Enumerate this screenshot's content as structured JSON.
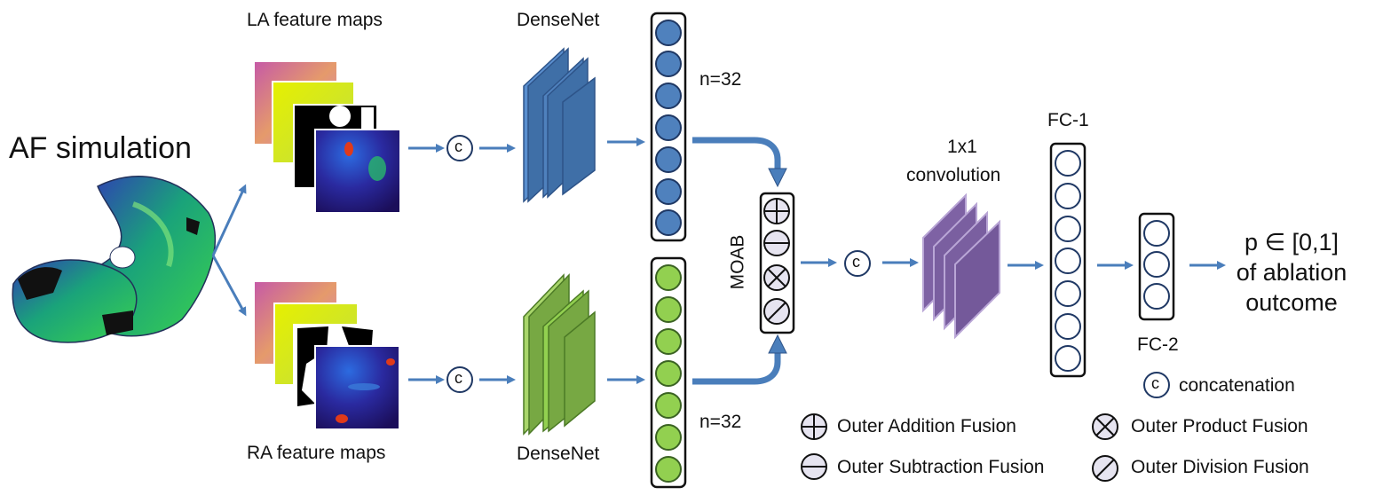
{
  "title": "AF simulation",
  "la_label": "LA feature maps",
  "ra_label": "RA feature maps",
  "top_net_label": "DenseNet",
  "bottom_net_label": "DenseNet",
  "top_n": "n=32",
  "bottom_n": "n=32",
  "moab_label": "MOAB",
  "conv_label_1": "1x1",
  "conv_label_2": "convolution",
  "fc1_label": "FC-1",
  "fc2_label": "FC-2",
  "concat_symbol": "c",
  "output": {
    "line1": "p ∈ [0,1]",
    "line2": "of ablation",
    "line3": "outcome"
  },
  "legend": {
    "concat": "concatenation",
    "addition": "Outer Addition Fusion",
    "subtraction": "Outer Subtraction Fusion",
    "product": "Outer Product Fusion",
    "division": "Outer Division Fusion"
  },
  "colors": {
    "arrow": "#4a7ebb",
    "blue_node": "#4f81bd",
    "green_node": "#92d050",
    "densenet_blue": "#3f6fa7",
    "densenet_green": "#77a843",
    "conv_purple": "#8064a2",
    "moab_fill": "#e6e4f0"
  }
}
